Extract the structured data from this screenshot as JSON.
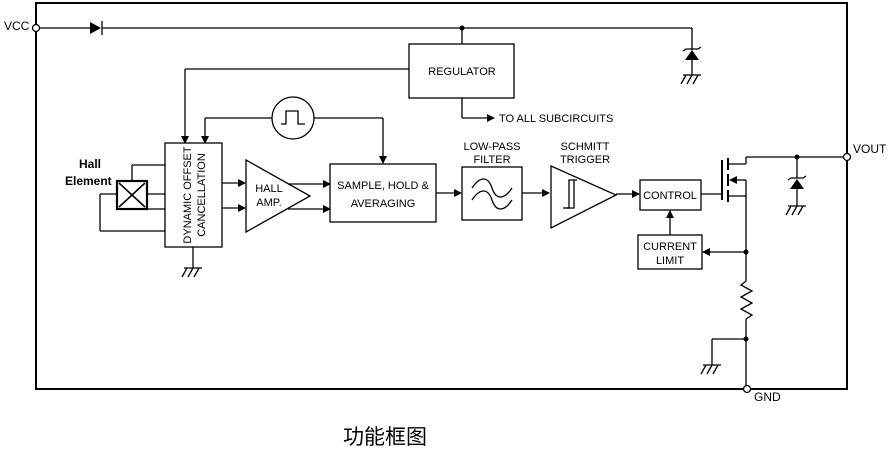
{
  "pins": {
    "vcc": "VCC",
    "vout": "VOUT",
    "gnd": "GND"
  },
  "hall_element": {
    "line1": "Hall",
    "line2": "Element"
  },
  "blocks": {
    "regulator": "REGULATOR",
    "to_all_subcircuits": "TO ALL SUBCIRCUITS",
    "dynamic_offset_line1": "DYNAMIC OFFSET",
    "dynamic_offset_line2": "CANCELLATION",
    "hall_amp_line1": "HALL",
    "hall_amp_line2": "AMP.",
    "sample_hold_line1": "SAMPLE, HOLD &",
    "sample_hold_line2": "AVERAGING",
    "low_pass_line1": "LOW-PASS",
    "low_pass_line2": "FILTER",
    "schmitt_line1": "SCHMITT",
    "schmitt_line2": "TRIGGER",
    "control": "CONTROL",
    "current_limit_line1": "CURRENT",
    "current_limit_line2": "LIMIT"
  },
  "caption": "功能框图"
}
